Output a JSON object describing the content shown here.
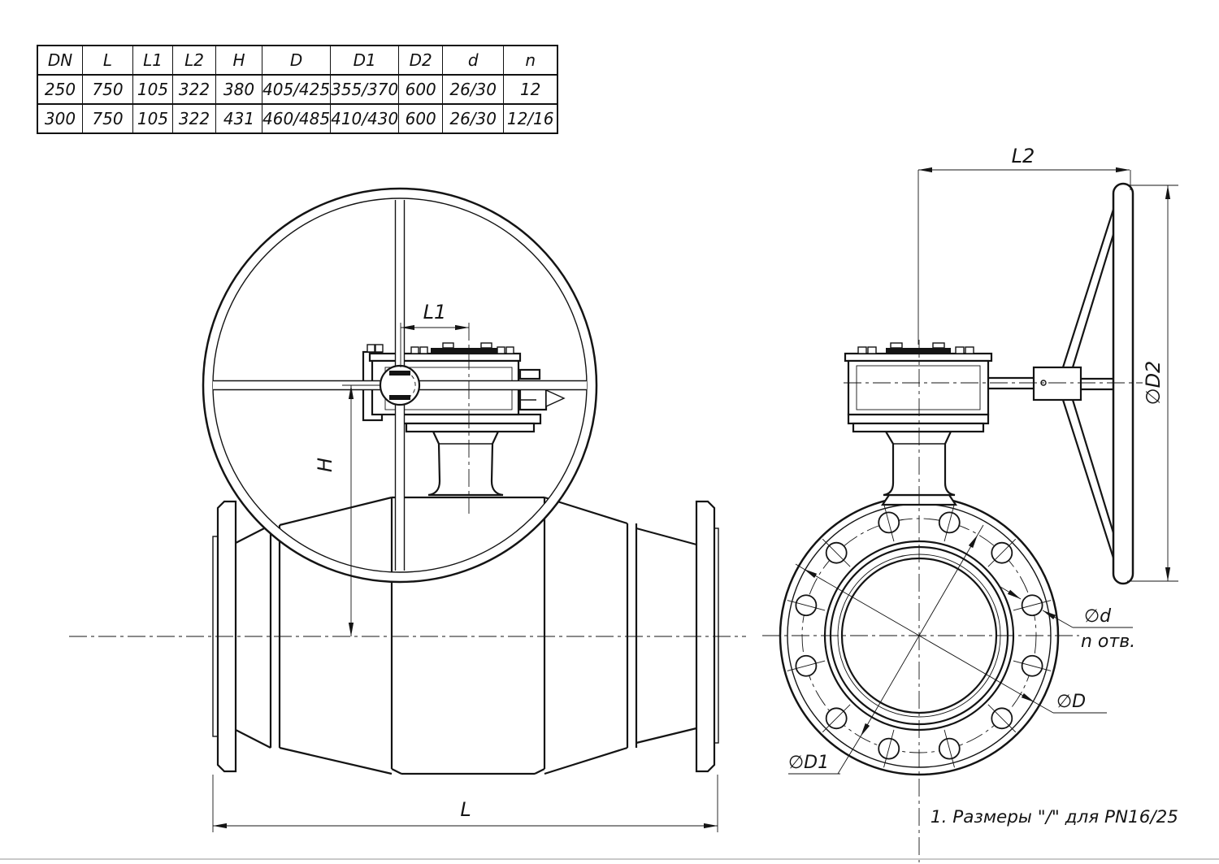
{
  "table": {
    "headers": [
      "DN",
      "L",
      "L1",
      "L2",
      "H",
      "D",
      "D1",
      "D2",
      "d",
      "n"
    ],
    "rows": [
      [
        "250",
        "750",
        "105",
        "322",
        "380",
        "405/425",
        "355/370",
        "600",
        "26/30",
        "12"
      ],
      [
        "300",
        "750",
        "105",
        "322",
        "431",
        "460/485",
        "410/430",
        "600",
        "26/30",
        "12/16"
      ]
    ]
  },
  "front_view": {
    "l1": "L1",
    "h": "H",
    "l": "L"
  },
  "side_view": {
    "l2": "L2",
    "d2": "∅D2",
    "d_hole": "∅d",
    "n_holes": "n отв.",
    "d_outer": "∅D",
    "d1": "∅D1"
  },
  "note": "1. Размеры \"/\" для PN16/25",
  "colors": {
    "line": "#141414",
    "bg": "#ffffff"
  }
}
